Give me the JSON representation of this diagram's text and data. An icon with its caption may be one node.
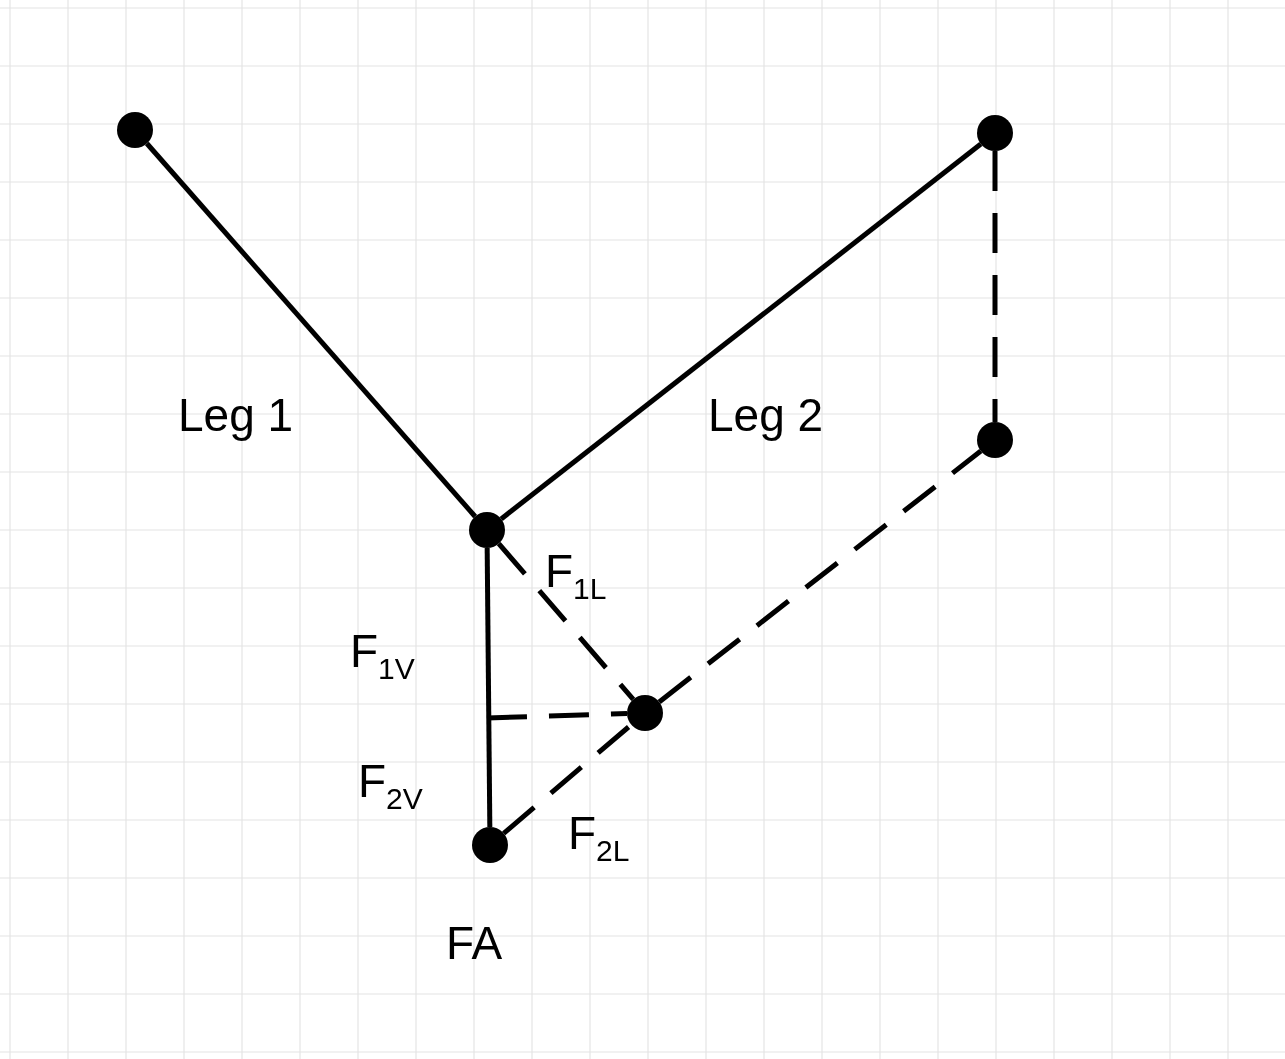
{
  "diagram": {
    "nodes": [
      {
        "text": [],
        "shape": "circle"
      },
      {
        "text": [],
        "shape": "circle"
      },
      {
        "text": [],
        "shape": "circle"
      },
      {
        "text": [],
        "shape": "circle"
      },
      {
        "text": [],
        "shape": "circle"
      },
      {
        "text": [],
        "shape": "circle",
        "beside": [
          "FA"
        ]
      }
    ],
    "edges": [
      {
        "from": 0,
        "to": 3,
        "arrow": "none"
      },
      {
        "from": 1,
        "to": 3,
        "arrow": "none"
      },
      {
        "from": 1,
        "to": 2,
        "arrow": "none",
        "style": "dashed"
      },
      {
        "from": 3,
        "to": 5,
        "arrow": "none"
      },
      {
        "from": 3,
        "to": 4,
        "arrow": "none",
        "style": "dashed"
      },
      {
        "from": 5,
        "to": 4,
        "arrow": "none",
        "style": "dashed"
      },
      {
        "from": 4,
        "to": 2,
        "arrow": "none",
        "style": "dashed"
      },
      {
        "from": null,
        "to": 4,
        "arrow": "none",
        "style": "dashed"
      }
    ],
    "labels": [
      "Leg 1",
      "Leg 2",
      "F$_{1L}$",
      "F$_{1V}$",
      "F$_{2V}$",
      "F$_{2L}$"
    ]
  }
}
